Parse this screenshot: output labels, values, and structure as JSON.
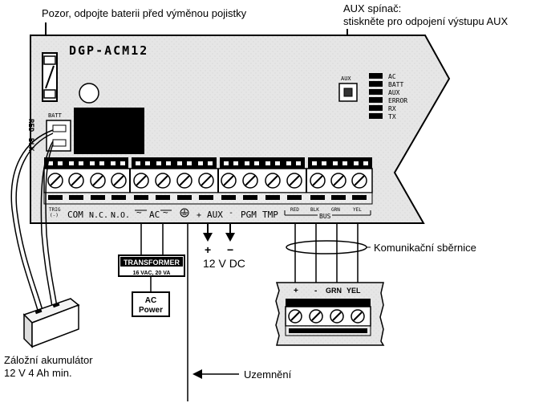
{
  "annotations": {
    "battery_warning": "Pozor, odpojte baterii před výměnou pojistky",
    "aux_switch_title": "AUX spínač:",
    "aux_switch_desc": "stiskněte pro odpojení výstupu AUX",
    "bus_label": "Komunikační sběrnice",
    "dc_label": "12 V DC",
    "ground_label": "Uzemnění",
    "battery_line1": "Záložní akumulátor",
    "battery_line2": "12 V 4 Ah min."
  },
  "board": {
    "model": "DGP-ACM12",
    "batt_label": "BATT",
    "red_label": "RED",
    "blk_label": "BLK",
    "aux_button_label": "AUX",
    "leds": [
      "AC",
      "BATT",
      "AUX",
      "ERROR",
      "RX",
      "TX"
    ],
    "terminal_labels": {
      "trig": "TRIG",
      "trig_minus": "(-)",
      "com": "COM",
      "nc": "N.C.",
      "no": "N.O.",
      "ac": "AC",
      "ac_tilde": "~",
      "aux": "AUX",
      "plus": "+",
      "minus": "-",
      "pgm": "PGM",
      "tmp": "TMP",
      "bus": "BUS",
      "bus_red": "RED",
      "bus_blk": "BLK",
      "bus_grn": "GRN",
      "bus_yel": "YEL"
    }
  },
  "transformer": {
    "title": "TRANSFORMER",
    "spec": "16 VAC, 20 VA",
    "ac_power_1": "AC",
    "ac_power_2": "Power"
  },
  "dc_polarity": {
    "plus": "+",
    "minus": "−"
  },
  "bus_connector": {
    "plus": "+",
    "minus": "-",
    "grn": "GRN",
    "yel": "YEL"
  }
}
